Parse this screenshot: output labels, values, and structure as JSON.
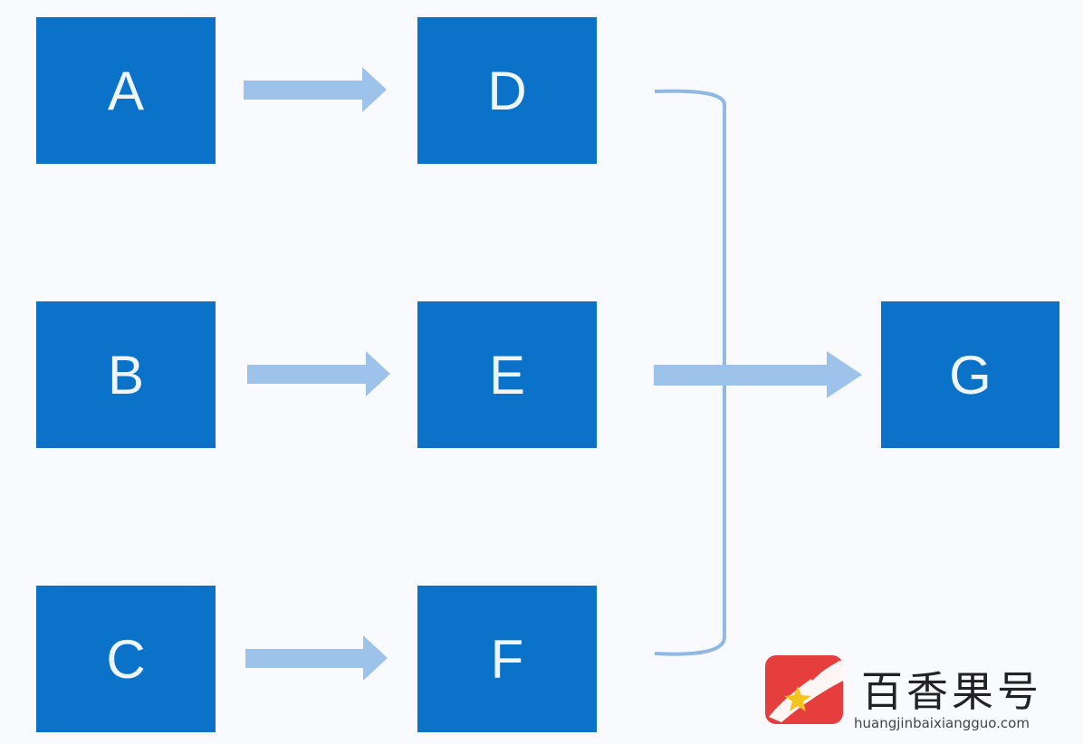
{
  "diagram": {
    "nodes": {
      "a": "A",
      "b": "B",
      "c": "C",
      "d": "D",
      "e": "E",
      "f": "F",
      "g": "G"
    },
    "colors": {
      "node_fill": "#0a72c9",
      "node_text": "#eef5fc",
      "arrow_fill": "#9dc3ea",
      "bracket_stroke": "#8fb8e2",
      "background": "#f9fafe"
    },
    "edges": [
      [
        "A",
        "D"
      ],
      [
        "B",
        "E"
      ],
      [
        "C",
        "F"
      ],
      [
        "D,E,F",
        "G"
      ]
    ]
  },
  "watermark": {
    "brand": "百香果号",
    "url": "huangjinbaixiangguo.com",
    "logo_icon": "passion-fruit-star-logo",
    "brand_color": "#e63d3d"
  }
}
